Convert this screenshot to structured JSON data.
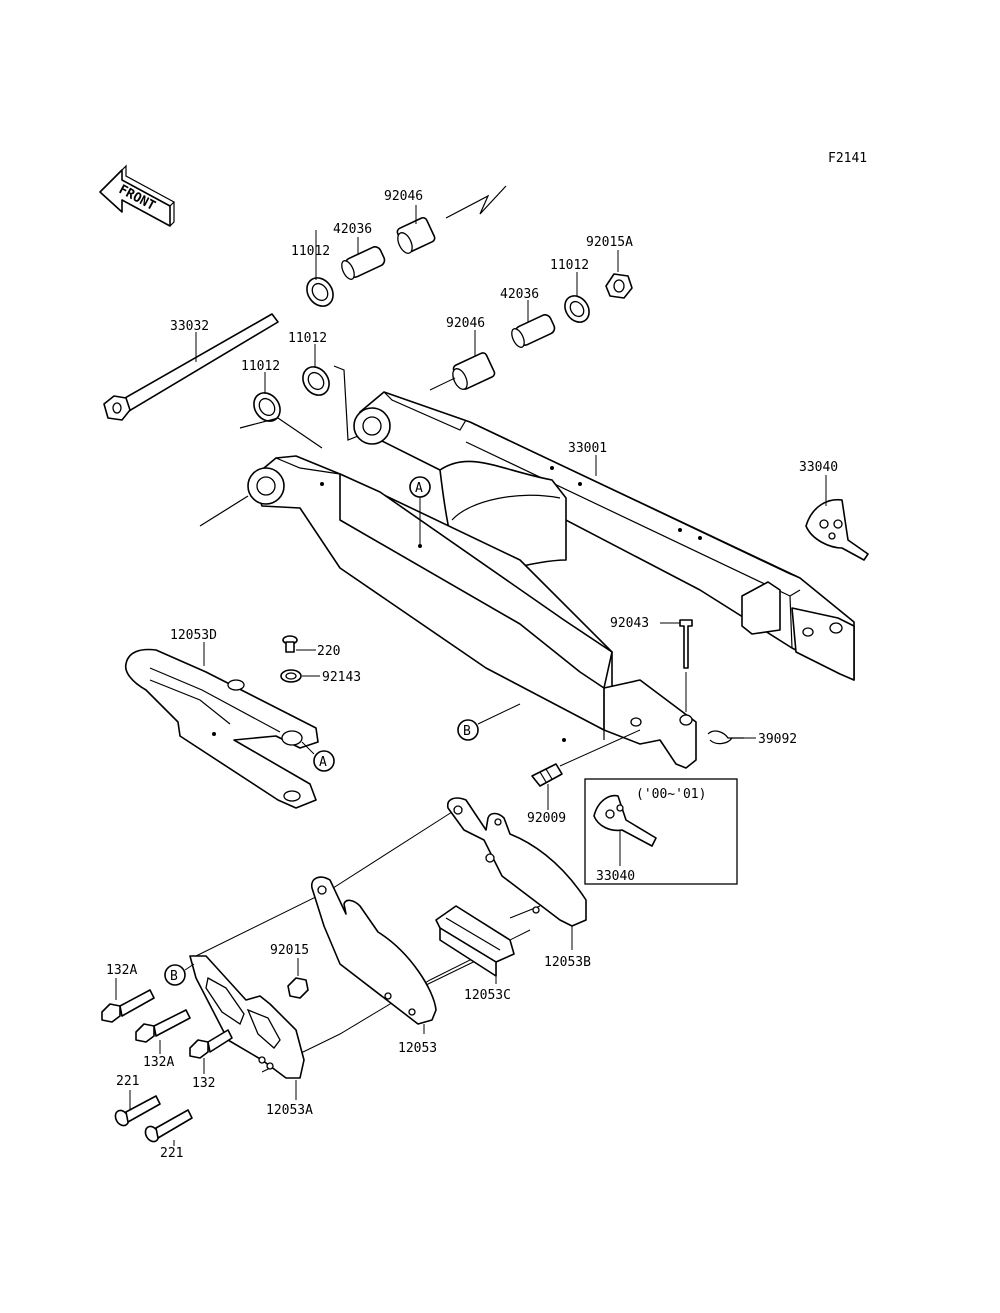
{
  "diagram": {
    "figure_code": "F2141",
    "front_label": "FRONT",
    "variant_note": "('00~'01)",
    "callouts": {
      "a_swingarm": "A",
      "a_guide": "A",
      "b_swingarm": "B",
      "b_guard": "B"
    },
    "parts": {
      "p92046_top": "92046",
      "p42036_top": "42036",
      "p11012_top": "11012",
      "p92015A": "92015A",
      "p11012_right": "11012",
      "p42036_right": "42036",
      "p92046_right": "92046",
      "p33032": "33032",
      "p11012_mid": "11012",
      "p11012_left": "11012",
      "p33001": "33001",
      "p33040": "33040",
      "p12053D": "12053D",
      "p220": "220",
      "p92143": "92143",
      "p92043": "92043",
      "p39092": "39092",
      "p92009": "92009",
      "p33040_box": "33040",
      "p12053B": "12053B",
      "p12053C": "12053C",
      "p92015": "92015",
      "p132A_top": "132A",
      "p132A_bottom": "132A",
      "p132": "132",
      "p12053": "12053",
      "p221_top": "221",
      "p221_bottom": "221",
      "p12053A": "12053A"
    }
  }
}
